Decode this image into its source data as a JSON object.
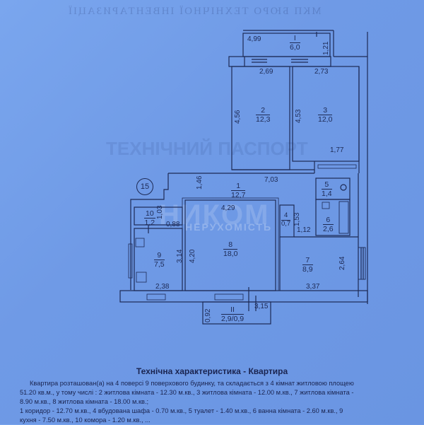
{
  "header": {
    "watermark": "МКП БЮРО ТЕХНІЧНОЇ ІНВЕНТАРИЗАЦІЇ"
  },
  "watermarks": {
    "passport": "ТЕХНІЧНИЙ ПАСПОРТ",
    "agency_logo": "НИКОМ",
    "agency_sub": "НЕРУХОМІСТЬ"
  },
  "plan": {
    "apartment_marker": "15",
    "balcony_1": {
      "id": "I",
      "area": "6,0",
      "dim_left": "4,99",
      "dim_right": "1,21"
    },
    "balcony_2": {
      "id": "II",
      "area": "2,9/0,9",
      "dim_left": "0,92",
      "dim_right": "3,15"
    },
    "rooms": [
      {
        "id": "1",
        "area": "12,7",
        "name": "коридор"
      },
      {
        "id": "2",
        "area": "12,3",
        "name": "житлова кімната"
      },
      {
        "id": "3",
        "area": "12,0",
        "name": "житлова кімната"
      },
      {
        "id": "4",
        "area": "0,7",
        "name": "вбудована шафа"
      },
      {
        "id": "5",
        "area": "1,4",
        "name": "туалет"
      },
      {
        "id": "6",
        "area": "2,6",
        "name": "ванна кімната"
      },
      {
        "id": "7",
        "area": "8,9",
        "name": "житлова кімната"
      },
      {
        "id": "8",
        "area": "18,0",
        "name": "житлова кімната"
      },
      {
        "id": "9",
        "area": "7,5",
        "name": "кухня"
      },
      {
        "id": "10",
        "area": "1,2",
        "name": "комора"
      }
    ],
    "dimensions": {
      "r2_width": "2,69",
      "r2_height": "4,56",
      "r3_width": "2,73",
      "r3_height": "4,53",
      "r3_notch": "1,77",
      "corridor_length": "7,03",
      "corridor_width": "1,46",
      "r8_width": "4,29",
      "r8_height": "4,20",
      "r4_height": "1,53",
      "r4_width": "1,12",
      "r10_height": "1,03",
      "r10_width": "0,88",
      "r9_height": "3,14",
      "r9_width": "2,38",
      "r7_height": "2,64",
      "r7_width": "3,37"
    }
  },
  "footer": {
    "title": "Технічна характеристика - Квартира",
    "line1": "Квартира розташован(а) на 4 поверсі 9 поверхового будинку, та складається з 4 кімнат житловою площею",
    "line2": "51.20 кв.м., у тому числі : 2 житлова кімната - 12.30 м.кв., 3 житлова кімната - 12.00 м.кв., 7 житлова кімната -",
    "line3": "8.90 м.кв., 8 житлова кімната - 18.00 м.кв.;",
    "line4": "1 коридор - 12.70 м.кв., 4 вбудована шафа - 0.70 м.кв., 5 туалет - 1.40 м.кв., 6 ванна кімната - 2.60 м.кв., 9",
    "line5": "кухня - 7.50 м.кв., 10 комора - 1.20 м.кв., ..."
  },
  "colors": {
    "paper": "#6f9ae6",
    "ink": "#1d2a55"
  }
}
